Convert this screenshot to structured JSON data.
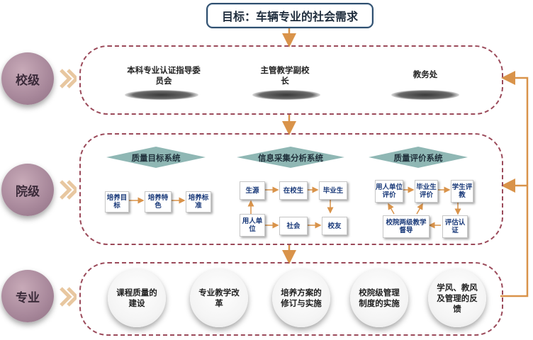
{
  "title": "目标：车辆专业的社会需求",
  "levels": [
    "校级",
    "院级",
    "专业"
  ],
  "school": {
    "items": [
      "本科专业认证指导委员会",
      "主管教学副校长",
      "教务处"
    ]
  },
  "college": {
    "systems": [
      "质量目标系统",
      "信息采集分析系统",
      "质量评价系统"
    ],
    "quality_goal": [
      "培养目标",
      "培养特色",
      "培养标准"
    ],
    "info_collect": [
      "生源",
      "在校生",
      "毕业生",
      "用人单位",
      "社会",
      "校友"
    ],
    "evaluation": [
      "用人单位评价",
      "毕业生评价",
      "学生评教",
      "校院两级教学督导",
      "评估认证"
    ]
  },
  "major": {
    "items": [
      "课程质量的建设",
      "专业教学改革",
      "培养方案的修订与实施",
      "校院级管理制度的实施",
      "学风、教风及管理的反馈"
    ]
  },
  "colors": {
    "dash": "#9b4a5a",
    "arrow": "#d9934a",
    "diamond": "#8fb7b4",
    "level_circle": "#a7879a"
  }
}
